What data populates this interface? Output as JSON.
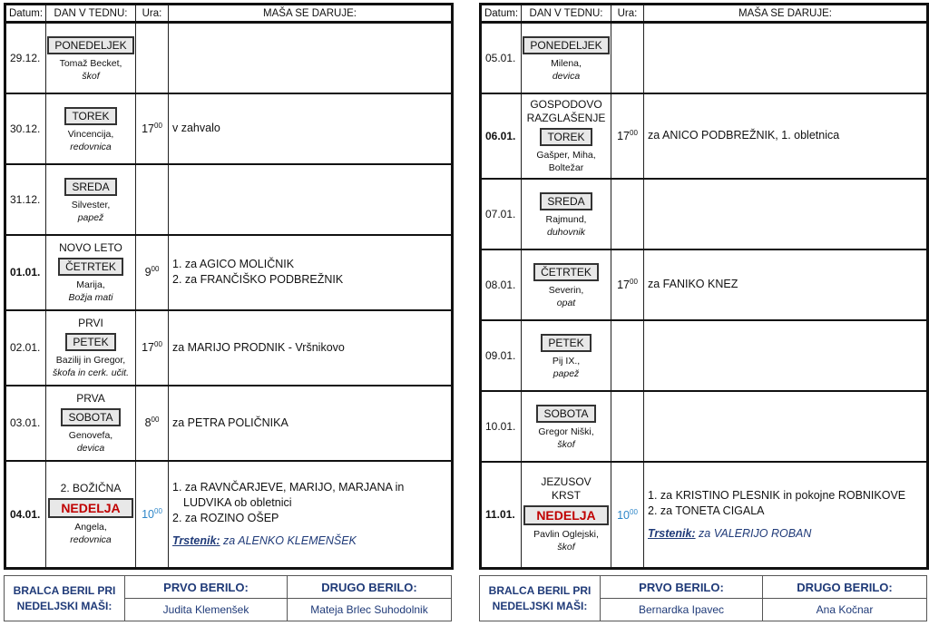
{
  "headers": {
    "datum": "Datum:",
    "dan": "DAN V TEDNU:",
    "ura": "Ura:",
    "masa": "MAŠA SE DARUJE:"
  },
  "weeks": [
    {
      "days": [
        {
          "date": "29.12.",
          "bold": false,
          "pre": [],
          "day": "PONEDELJEK",
          "sunday": false,
          "saint": "Tomaž Becket,",
          "title": "škof",
          "time": "",
          "masses": []
        },
        {
          "date": "30.12.",
          "bold": false,
          "pre": [],
          "day": "TOREK",
          "sunday": false,
          "saint": "Vincencija,",
          "title": "redovnica",
          "time": "17",
          "masses": [
            "v zahvalo"
          ]
        },
        {
          "date": "31.12.",
          "bold": false,
          "pre": [],
          "day": "SREDA",
          "sunday": false,
          "saint": "Silvester,",
          "title": "papež",
          "time": "",
          "masses": []
        },
        {
          "date": "01.01.",
          "bold": true,
          "pre": [
            "NOVO LETO"
          ],
          "day": "ČETRTEK",
          "sunday": false,
          "saint": "Marija,",
          "title": "Božja mati",
          "time": "9",
          "masses": [
            "1. za AGICO MOLIČNIK",
            "2. za FRANČIŠKO PODBREŽNIK"
          ]
        },
        {
          "date": "02.01.",
          "bold": false,
          "pre": [
            "PRVI"
          ],
          "day": "PETEK",
          "sunday": false,
          "saint": "Bazilij in Gregor,",
          "title": "škofa in cerk. učit.",
          "time": "17",
          "masses": [
            "za MARIJO PRODNIK - Vršnikovo"
          ]
        },
        {
          "date": "03.01.",
          "bold": false,
          "pre": [
            "PRVA"
          ],
          "day": "SOBOTA",
          "sunday": false,
          "saint": "Genovefa,",
          "title": "devica",
          "time": "8",
          "masses": [
            "za PETRA POLIČNIKA"
          ]
        },
        {
          "date": "04.01.",
          "bold": true,
          "pre": [
            "2. BOŽIČNA"
          ],
          "day": "NEDELJA",
          "sunday": true,
          "saint": "Angela,",
          "title": "redovnica",
          "time": "10",
          "masses": [
            "1. za RAVNČARJEVE, MARIJO, MARJANA in LUDVIKA ob obletnici",
            "2. za ROZINO OŠEP"
          ],
          "trstenik_label": "Trstenik:",
          "trstenik": " za ALENKO KLEMENŠEK"
        }
      ],
      "readers": {
        "label": "BRALCA BERIL PRI NEDELJSKI MAŠI:",
        "first_h": "PRVO BERILO:",
        "second_h": "DRUGO BERILO:",
        "first": "Judita Klemenšek",
        "second": "Mateja Brlec Suhodolnik"
      }
    },
    {
      "days": [
        {
          "date": "05.01.",
          "bold": false,
          "pre": [],
          "day": "PONEDELJEK",
          "sunday": false,
          "saint": "Milena,",
          "title": "devica",
          "time": "",
          "masses": []
        },
        {
          "date": "06.01.",
          "bold": true,
          "pre": [
            "GOSPODOVO",
            "RAZGLAŠENJE"
          ],
          "day": "TOREK",
          "sunday": false,
          "saint": "Gašper, Miha,",
          "saint2": "Boltežar",
          "title": "",
          "time": "17",
          "masses": [
            "za ANICO PODBREŽNIK, 1. obletnica"
          ]
        },
        {
          "date": "07.01.",
          "bold": false,
          "pre": [],
          "day": "SREDA",
          "sunday": false,
          "saint": "Rajmund,",
          "title": "duhovnik",
          "time": "",
          "masses": []
        },
        {
          "date": "08.01.",
          "bold": false,
          "pre": [],
          "day": "ČETRTEK",
          "sunday": false,
          "saint": "Severin,",
          "title": "opat",
          "time": "17",
          "masses": [
            "za FANIKO KNEZ"
          ]
        },
        {
          "date": "09.01.",
          "bold": false,
          "pre": [],
          "day": "PETEK",
          "sunday": false,
          "saint": "Pij IX.,",
          "title": "papež",
          "time": "",
          "masses": []
        },
        {
          "date": "10.01.",
          "bold": false,
          "pre": [],
          "day": "SOBOTA",
          "sunday": false,
          "saint": "Gregor Niški,",
          "title": "škof",
          "time": "",
          "masses": []
        },
        {
          "date": "11.01.",
          "bold": true,
          "pre": [
            "JEZUSOV",
            "KRST"
          ],
          "day": "NEDELJA",
          "sunday": true,
          "saint": "Pavlin Oglejski,",
          "title": "škof",
          "time": "10",
          "masses": [
            "1. za KRISTINO PLESNIK in pokojne ROBNIKOVE",
            "2. za TONETA CIGALA"
          ],
          "trstenik_label": "Trstenik:",
          "trstenik": " za VALERIJO ROBAN"
        }
      ],
      "readers": {
        "label": "BRALCA BERIL PRI NEDELJSKI MAŠI:",
        "first_h": "PRVO BERILO:",
        "second_h": "DRUGO BERILO:",
        "first": "Bernardka Ipavec",
        "second": "Ana Kočnar"
      }
    }
  ],
  "time_minutes": "00",
  "colors": {
    "sunday": "#c00000",
    "time_sunday": "#2e86c8",
    "readers": "#1f3a78"
  }
}
